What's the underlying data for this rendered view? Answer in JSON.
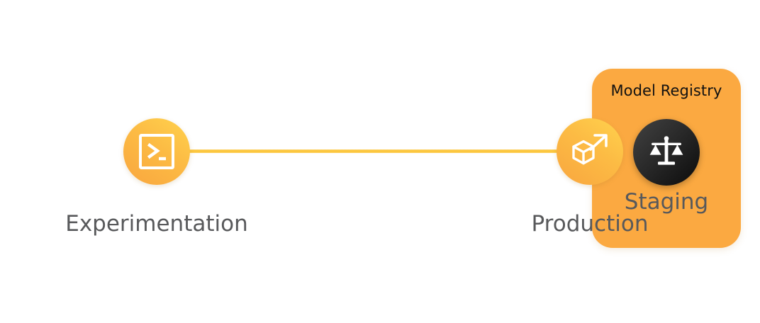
{
  "diagram": {
    "type": "ml-lifecycle-flow",
    "background_color": "#ffffff",
    "connector_color": "#fcc63c",
    "accent_color": "#fba941",
    "label_color": "#58595b",
    "stages": [
      {
        "id": "experimentation",
        "label": "Experimentation",
        "icon": "terminal-icon",
        "icon_badge_color": "#fcbb44",
        "highlighted": false
      },
      {
        "id": "staging",
        "label": "Staging",
        "card_title": "Model Registry",
        "icon": "balance-scale-icon",
        "icon_badge_color": "#1a1a1a",
        "card_color": "#fba941",
        "highlighted": true
      },
      {
        "id": "production",
        "label": "Production",
        "icon": "cube-launch-icon",
        "icon_badge_color": "#fcbb44",
        "highlighted": false
      }
    ]
  }
}
